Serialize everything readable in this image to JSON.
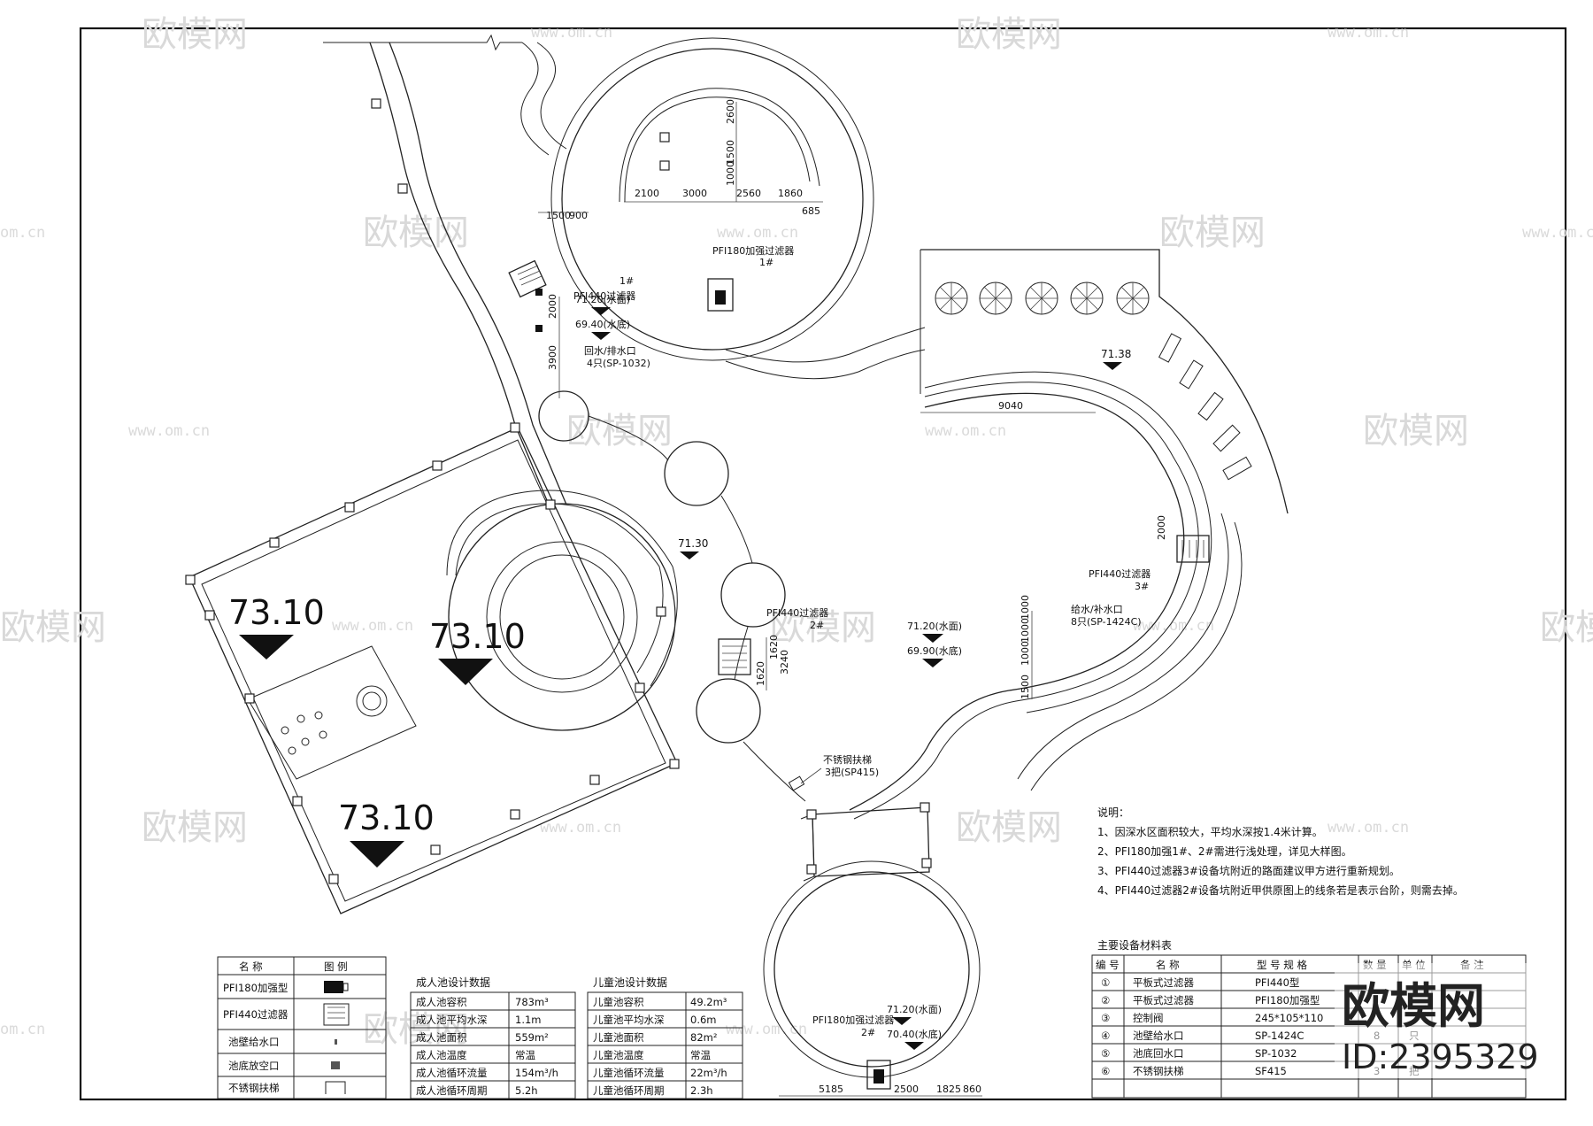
{
  "watermark": {
    "brand": "欧模网",
    "url": "www.om.cn",
    "url_short": "om.cn"
  },
  "brand_badge": {
    "name": "欧模网",
    "id": "ID:2395329"
  },
  "elevations": {
    "a": "73.10",
    "b": "73.10",
    "c": "73.10",
    "d": "71.30",
    "e": "71.38"
  },
  "top_pool": {
    "dims": [
      "2100",
      "3000",
      "2560",
      "1860",
      "685"
    ],
    "vdims": [
      "2600",
      "1500",
      "1000"
    ],
    "filter_label": "PFI180加强过滤器",
    "filter_no": "1#"
  },
  "left_filter": {
    "dims": [
      "1500",
      "900",
      "2000",
      "3900"
    ],
    "label": "PFI440过滤器",
    "no": "1#",
    "water_level": "71.20(水面)",
    "bottom_level": "69.40(水底)",
    "outlet": "回水/排水口",
    "outlet_qty": "4只(SP-1032)"
  },
  "center_filter": {
    "label": "PFI440过滤器",
    "no": "2#",
    "dims": [
      "1620",
      "1620",
      "3240"
    ],
    "water_level": "71.20(水面)",
    "bottom_level": "69.90(水底)"
  },
  "right_area": {
    "dim": "9040",
    "filter_label": "PFI440过滤器",
    "filter_no": "3#",
    "dim_v": "2000",
    "inlet": "给水/补水口",
    "inlet_qty": "8只(SP-1424C)",
    "vdims": [
      "1500",
      "1000",
      "1000",
      "1000"
    ]
  },
  "ladder": {
    "label": "不锈钢扶梯",
    "qty": "3把(SP415)"
  },
  "bottom_pool": {
    "filter_label": "PFI180加强过滤器",
    "filter_no": "2#",
    "water_level": "71.20(水面)",
    "bottom_level": "70.40(水底)",
    "dims": [
      "5185",
      "2500",
      "1825",
      "860"
    ]
  },
  "notes": {
    "title": "说明：",
    "items": [
      "1、因深水区面积较大，平均水深按1.4米计算。",
      "2、PFI180加强1#、2#需进行浅处理，详见大样图。",
      "3、PFI440过滤器3#设备坑附近的路面建议甲方进行重新规划。",
      "4、PFI440过滤器2#设备坑附近甲供原图上的线条若是表示台阶，则需去掉。"
    ]
  },
  "legend": {
    "headers": [
      "名 称",
      "图 例"
    ],
    "rows": [
      "PFI180加强型",
      "PFI440过滤器",
      "池壁给水口",
      "池底放空口",
      "不锈钢扶梯"
    ]
  },
  "adult_pool": {
    "title": "成人池设计数据",
    "rows": [
      [
        "成人池容积",
        "783m³"
      ],
      [
        "成人池平均水深",
        "1.1m"
      ],
      [
        "成人池面积",
        "559m²"
      ],
      [
        "成人池温度",
        "常温"
      ],
      [
        "成人池循环流量",
        "154m³/h"
      ],
      [
        "成人池循环周期",
        "5.2h"
      ]
    ]
  },
  "child_pool": {
    "title": "儿童池设计数据",
    "rows": [
      [
        "儿童池容积",
        "49.2m³"
      ],
      [
        "儿童池平均水深",
        "0.6m"
      ],
      [
        "儿童池面积",
        "82m²"
      ],
      [
        "儿童池温度",
        "常温"
      ],
      [
        "儿童池循环流量",
        "22m³/h"
      ],
      [
        "儿童池循环周期",
        "2.3h"
      ]
    ]
  },
  "equipment": {
    "title": "主要设备材料表",
    "headers": [
      "编 号",
      "名 称",
      "型 号 规 格",
      "数 量",
      "单 位",
      "备 注"
    ],
    "rows": [
      [
        "①",
        "平板式过滤器",
        "PFI440型",
        "",
        "",
        ""
      ],
      [
        "②",
        "平板式过滤器",
        "PFI180加强型",
        "",
        "",
        ""
      ],
      [
        "③",
        "控制阀",
        "245*105*110",
        "",
        "",
        ""
      ],
      [
        "④",
        "池壁给水口",
        "SP-1424C",
        "8",
        "只",
        ""
      ],
      [
        "⑤",
        "池底回水口",
        "SP-1032",
        "",
        "",
        ""
      ],
      [
        "⑥",
        "不锈钢扶梯",
        "SF415",
        "3",
        "把",
        ""
      ]
    ]
  }
}
